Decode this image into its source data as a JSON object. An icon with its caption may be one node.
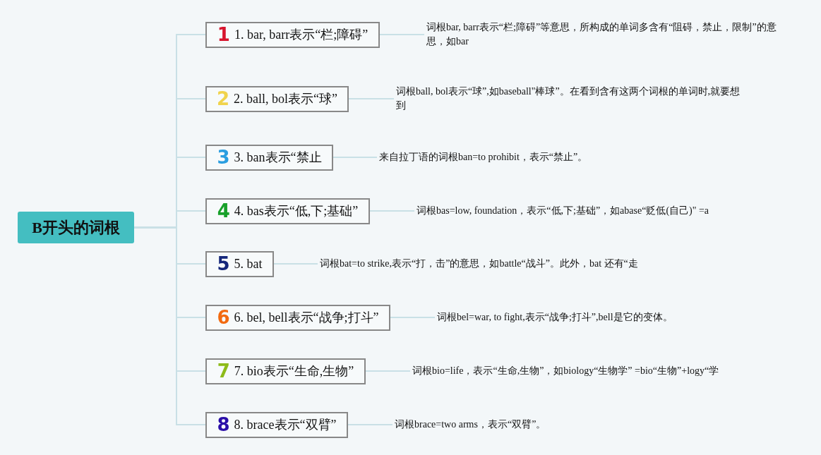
{
  "diagram": {
    "nodes": [
      {
        "text": [
          "B开头的词根"
        ]
      },
      {
        "text": [
          "1",
          "1. bar, barr表示“栏;障碍”"
        ]
      },
      {
        "text": [
          "词根bar, barr表示“栏;障碍”等意思，所构成的单词多含有“阻碍，禁止，限制”的意思，如bar"
        ]
      },
      {
        "text": [
          "2",
          "2. ball, bol表示“球”"
        ]
      },
      {
        "text": [
          "词根ball, bol表示“球”,如baseball\"棒球”。在看到含有这两个词根的单词时,就要想到"
        ]
      },
      {
        "text": [
          "3",
          "3. ban表示“禁止"
        ]
      },
      {
        "text": [
          "来自拉丁语的词根ban=to prohibit，表示“禁止”。"
        ]
      },
      {
        "text": [
          "4",
          "4. bas表示“低,下;基础”"
        ]
      },
      {
        "text": [
          "词根bas=low, foundation，表示“低,下;基础”，如abase“贬低(自己)\" =a"
        ]
      },
      {
        "text": [
          "5",
          "5. bat"
        ]
      },
      {
        "text": [
          "词根bat=to strike,表示“打，击”的意思，如battle“战斗”。此外，bat 还有“走"
        ]
      },
      {
        "text": [
          "6",
          "6. bel, bell表示“战争;打斗”"
        ]
      },
      {
        "text": [
          "词根bel=war, to fight,表示“战争;打斗”,bell是它的变体。"
        ]
      },
      {
        "text": [
          "7",
          "7. bio表示“生命,生物”"
        ]
      },
      {
        "text": [
          "词根bio=life，表示“生命,生物”，如biology“生物学” =bio“生物”+logy“学"
        ]
      },
      {
        "text": [
          "8",
          "8. brace表示“双臂”"
        ]
      },
      {
        "text": [
          "词根brace=two arms，表示“双臂”。"
        ]
      }
    ],
    "edges": [
      {
        "from": 0,
        "to": 1,
        "arrow": "none"
      },
      {
        "from": 0,
        "to": 3,
        "arrow": "none"
      },
      {
        "from": 0,
        "to": 5,
        "arrow": "none"
      },
      {
        "from": 0,
        "to": 7,
        "arrow": "none"
      },
      {
        "from": 0,
        "to": 9,
        "arrow": "none"
      },
      {
        "from": 0,
        "to": 11,
        "arrow": "none"
      },
      {
        "from": 0,
        "to": 13,
        "arrow": "none"
      },
      {
        "from": 0,
        "to": 15,
        "arrow": "none"
      },
      {
        "from": 1,
        "to": 2,
        "arrow": "none"
      },
      {
        "from": 3,
        "to": 4,
        "arrow": "none"
      },
      {
        "from": 5,
        "to": 6,
        "arrow": "none"
      },
      {
        "from": 7,
        "to": 8,
        "arrow": "none"
      },
      {
        "from": 9,
        "to": 10,
        "arrow": "none"
      },
      {
        "from": 11,
        "to": 12,
        "arrow": "none"
      },
      {
        "from": 13,
        "to": 14,
        "arrow": "none"
      },
      {
        "from": 15,
        "to": 16,
        "arrow": "none"
      }
    ]
  }
}
